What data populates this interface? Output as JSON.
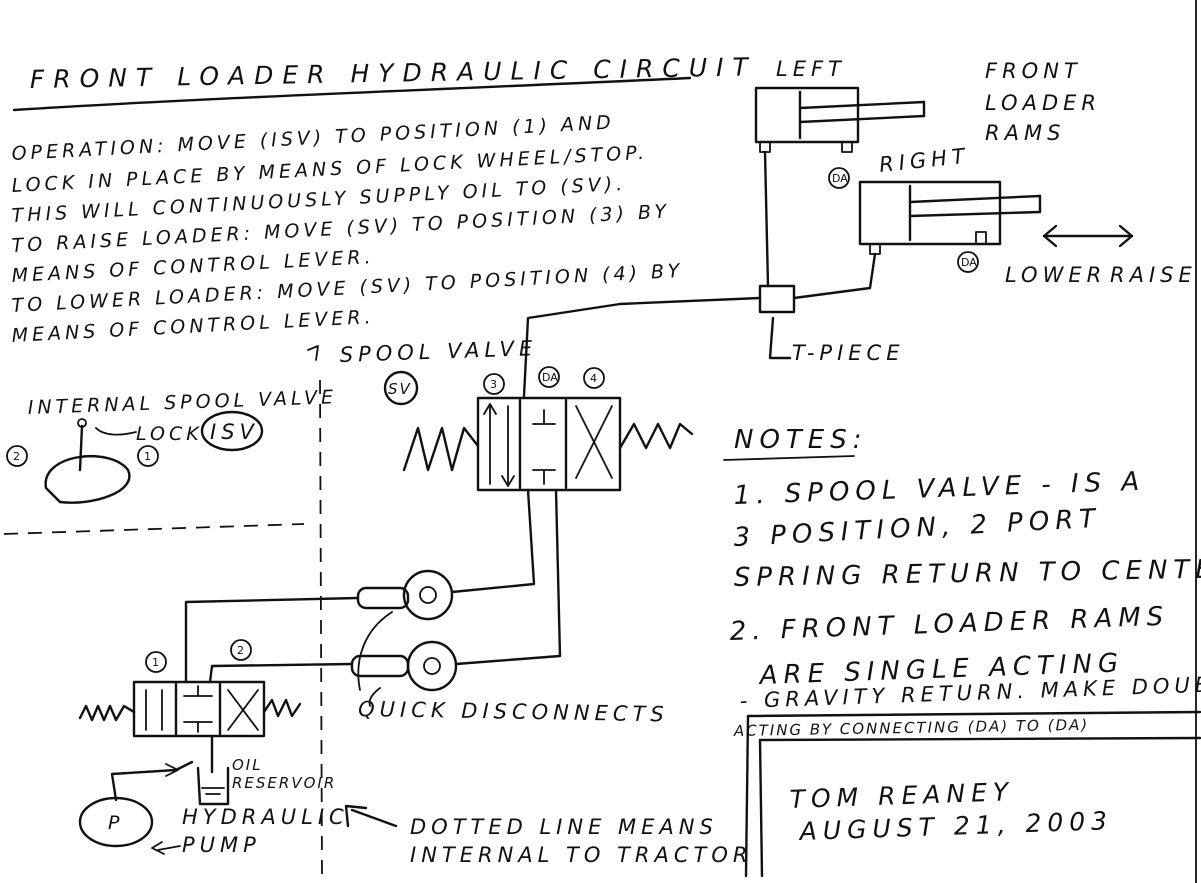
{
  "title": "FRONT LOADER HYDRAULIC CIRCUIT",
  "operation": {
    "line1": "OPERATION: MOVE (ISV) TO POSITION (1) AND",
    "line2": "LOCK IN PLACE BY MEANS OF LOCK WHEEL/STOP.",
    "line3": "THIS WILL CONTINUOUSLY SUPPLY OIL TO (SV).",
    "line4": "TO RAISE LOADER: MOVE (SV) TO POSITION (3) BY",
    "line5": "MEANS OF CONTROL LEVER.",
    "line6": "TO LOWER LOADER: MOVE (SV) TO POSITION (4) BY",
    "line7": "MEANS OF CONTROL LEVER."
  },
  "spool_valve": {
    "label": "SPOOL VALVE",
    "tag": "SV",
    "port3": "3",
    "port4": "4",
    "port_da": "DA"
  },
  "internal_spool": {
    "label": "INTERNAL SPOOL VALVE",
    "lock_label": "LOCK",
    "tag": "ISV",
    "pos1": "1",
    "pos2": "2"
  },
  "rams": {
    "left_label": "LEFT",
    "right_label": "RIGHT",
    "group_label_1": "FRONT",
    "group_label_2": "LOADER",
    "group_label_3": "RAMS",
    "left_tag": "DA",
    "right_tag": "DA",
    "lower_label": "LOWER",
    "raise_label": "RAISE"
  },
  "tpiece_label": "T-PIECE",
  "quick_disconnects_label": "QUICK DISCONNECTS",
  "lower_valve": {
    "pos1": "1",
    "pos2": "2"
  },
  "reservoir_label_1": "OIL",
  "reservoir_label_2": "RESERVOIR",
  "pump": {
    "symbol": "P",
    "label_1": "HYDRAULIC",
    "label_2": "PUMP"
  },
  "dotted_note_1": "DOTTED LINE MEANS",
  "dotted_note_2": "INTERNAL TO TRACTOR",
  "notes": {
    "heading": "NOTES:",
    "n1_line1": "1. SPOOL VALVE - IS A",
    "n1_line2": "3 POSITION, 2 PORT",
    "n1_line3": "SPRING RETURN TO CENTER",
    "n2_line1": "2. FRONT LOADER RAMS",
    "n2_line2": "ARE SINGLE ACTING",
    "n2_line3": "- GRAVITY RETURN. MAKE DOUBLE",
    "n2_line4": "ACTING BY CONNECTING (DA) TO (DA)"
  },
  "signature": {
    "name": "TOM REANEY",
    "date": "AUGUST 21, 2003"
  }
}
